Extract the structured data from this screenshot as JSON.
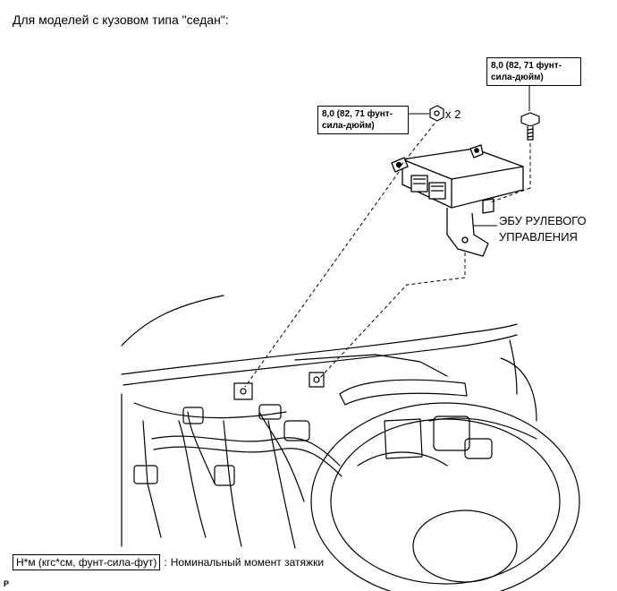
{
  "heading": "Для моделей с кузовом типа \"седан\":",
  "torque_nut": {
    "line1": "8,0 (82, 71 фунт-",
    "line2": "сила-дюйм)"
  },
  "torque_bolt": {
    "line1": "8,0 (82, 71 фунт-",
    "line2": "сила-дюйм)"
  },
  "nut_quantity": "x 2",
  "ecu_label": {
    "line1": "ЭБУ РУЛЕВОГО",
    "line2": "УПРАВЛЕНИЯ"
  },
  "legend": {
    "unit": "Н*м (кгс*см, фунт-сила-фут)",
    "separator": ":",
    "description": "Номинальный момент затяжки"
  },
  "figure_code": "P"
}
